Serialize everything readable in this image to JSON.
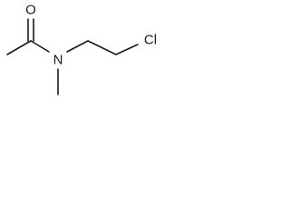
{
  "molecule": {
    "atoms": {
      "oxygen": "O",
      "nitrogen": "N",
      "chlorine": "Cl"
    },
    "colors": {
      "bond": "#1a1a1a",
      "label": "#1a1a1a",
      "background": "#ffffff"
    }
  }
}
